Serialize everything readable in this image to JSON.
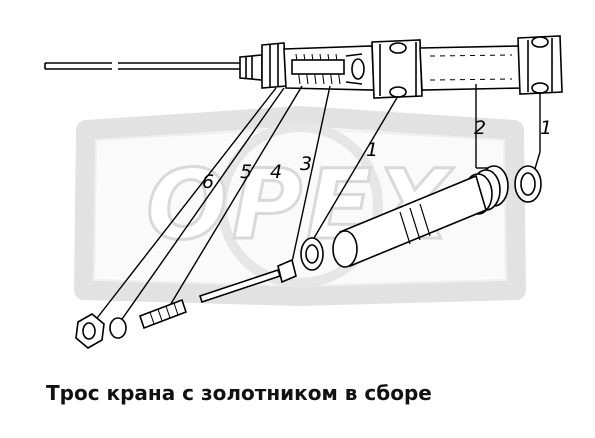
{
  "watermark": {
    "text": "OPEX",
    "color": "#e2e2e2"
  },
  "callouts": [
    {
      "id": "top-1",
      "label": "1"
    },
    {
      "id": "top-2",
      "label": "2"
    },
    {
      "id": "mid-1",
      "label": "1"
    },
    {
      "id": "mid-3",
      "label": "3"
    },
    {
      "id": "mid-4",
      "label": "4"
    },
    {
      "id": "mid-5",
      "label": "5"
    },
    {
      "id": "mid-6",
      "label": "6"
    }
  ],
  "caption": "Трос крана с золотником в сборе"
}
